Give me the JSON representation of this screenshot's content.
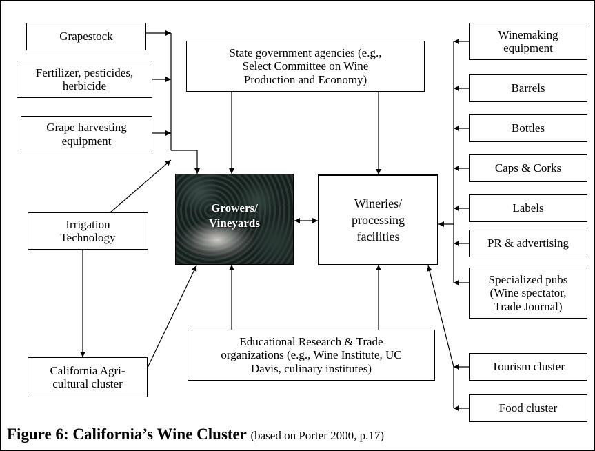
{
  "left_inputs": [
    {
      "id": "grapestock",
      "label": "Grapestock"
    },
    {
      "id": "fertilizer",
      "label": "Fertilizer, pesticides,\nherbicide"
    },
    {
      "id": "harvesting",
      "label": "Grape harvesting\nequipment"
    },
    {
      "id": "irrigation",
      "label": "Irrigation\nTechnology"
    },
    {
      "id": "agri",
      "label": "California Agri-\ncultural cluster"
    }
  ],
  "top_center": {
    "label": "State government agencies (e.g.,\nSelect Committee on Wine\nProduction and Economy)"
  },
  "bottom_center": {
    "label": "Educational Research & Trade\norganizations (e.g., Wine Institute, UC\nDavis, culinary institutes)"
  },
  "growers": {
    "label": "Growers/\nVineyards"
  },
  "wineries": {
    "label": "Wineries/\nprocessing\nfacilities"
  },
  "right_inputs": [
    {
      "id": "winemaking",
      "label": "Winemaking\nequipment"
    },
    {
      "id": "barrels",
      "label": "Barrels"
    },
    {
      "id": "bottles",
      "label": "Bottles"
    },
    {
      "id": "caps",
      "label": "Caps & Corks"
    },
    {
      "id": "labels",
      "label": "Labels"
    },
    {
      "id": "pr",
      "label": "PR & advertising"
    },
    {
      "id": "pubs",
      "label": "Specialized pubs\n(Wine spectator,\nTrade Journal)"
    }
  ],
  "related_clusters": [
    {
      "id": "tourism",
      "label": "Tourism cluster"
    },
    {
      "id": "food",
      "label": "Food cluster"
    }
  ],
  "caption": {
    "title": "Figure 6: California’s Wine Cluster",
    "note": "(based on Porter 2000, p.17)"
  }
}
